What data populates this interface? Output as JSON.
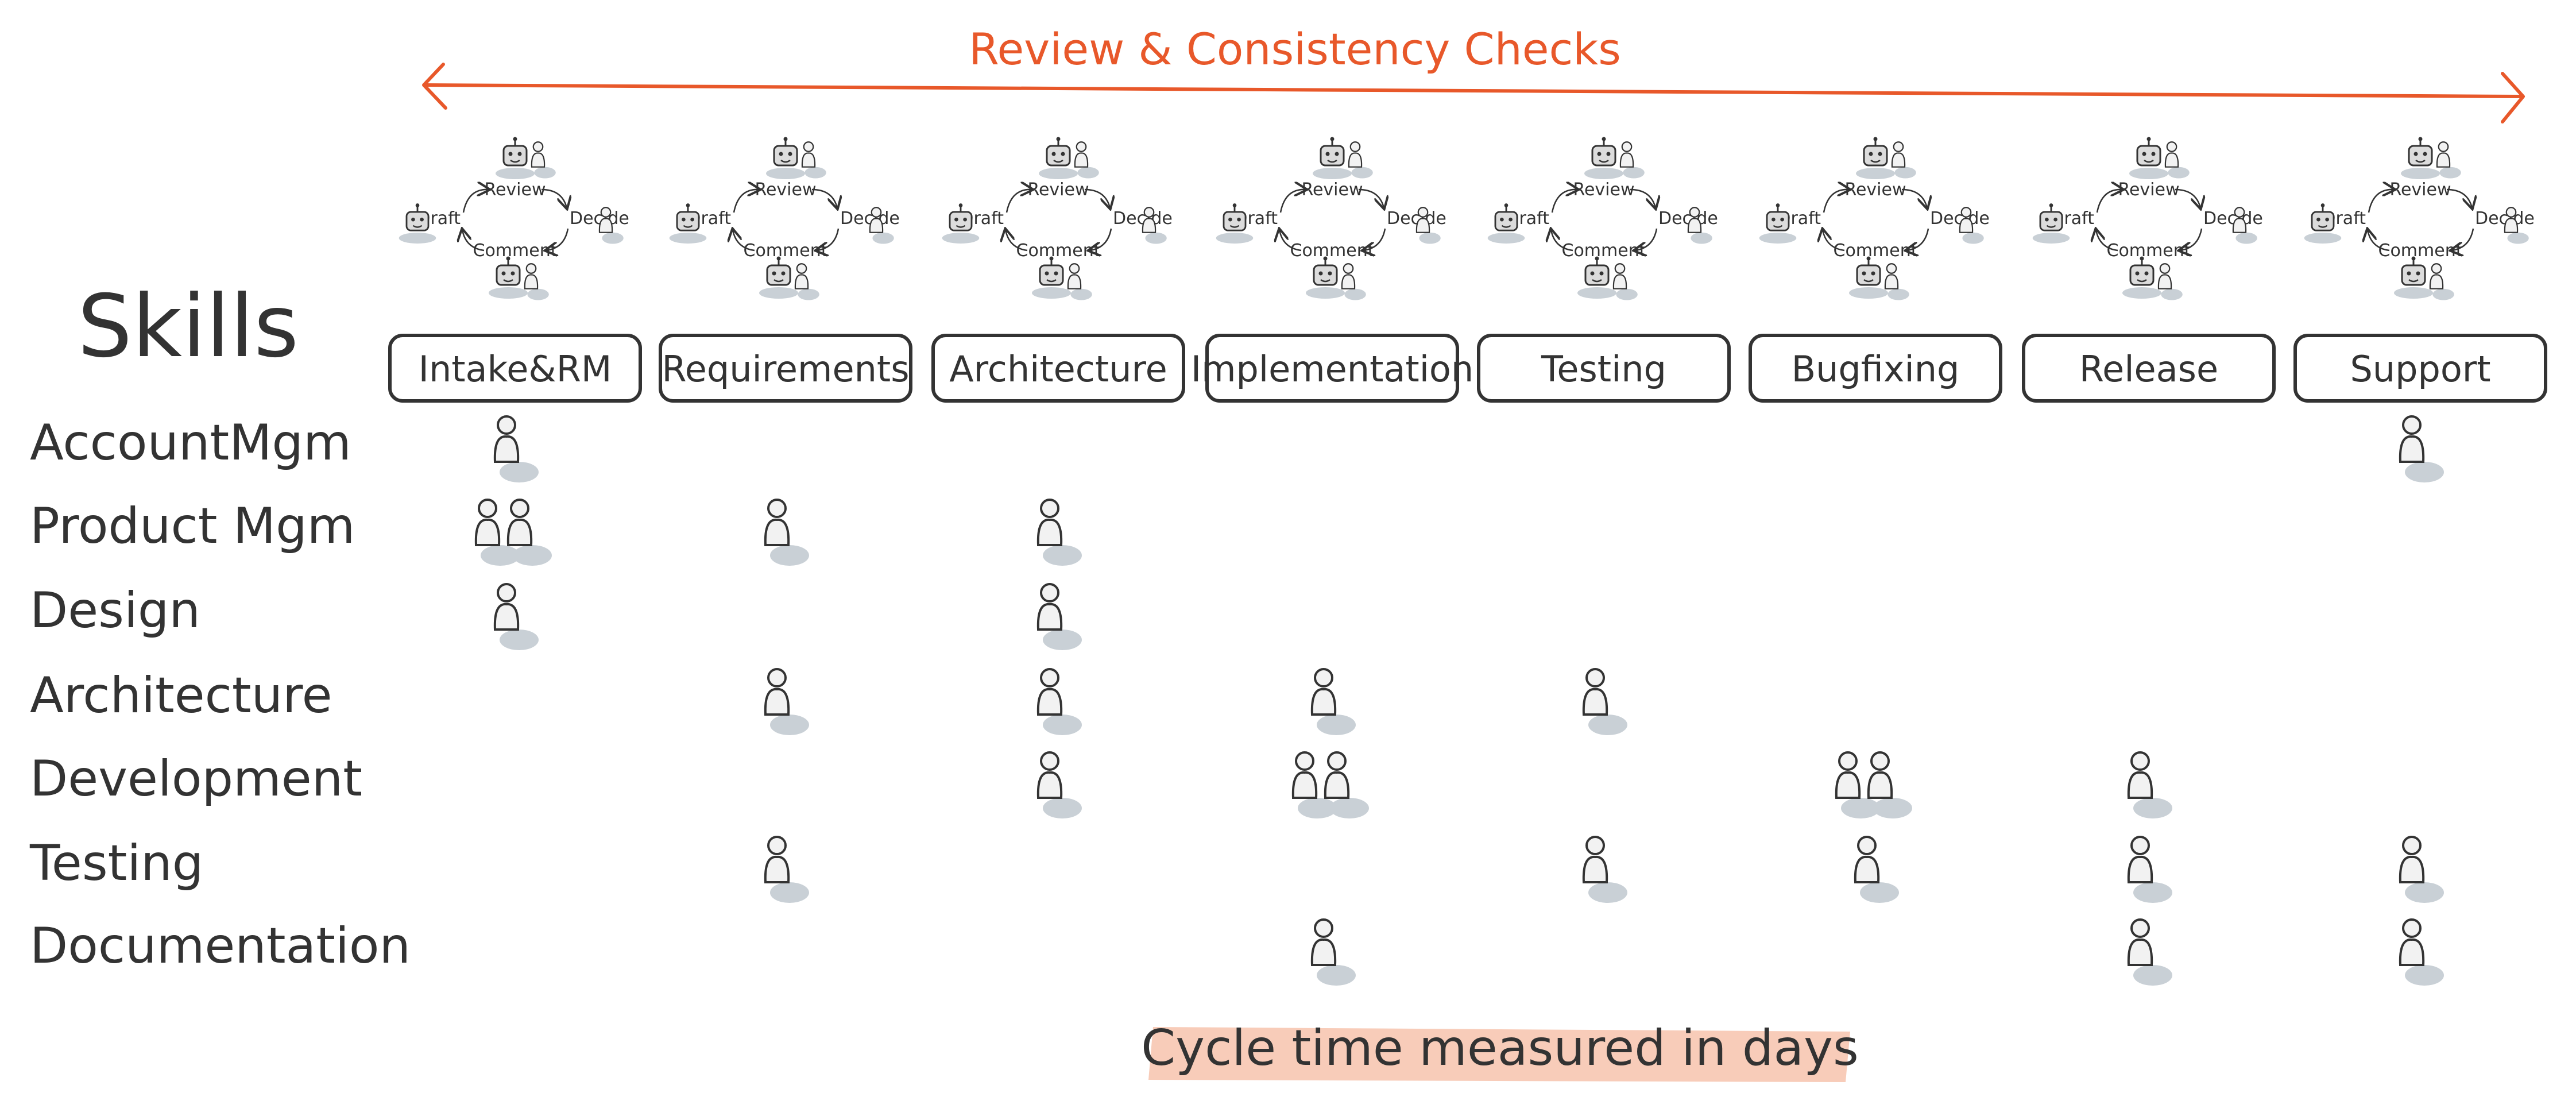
{
  "banner": {
    "label": "Review & Consistency Checks",
    "color": "#e8582a"
  },
  "skills_heading": "Skills",
  "skills": [
    "AccountMgm",
    "Product Mgm",
    "Design",
    "Architecture",
    "Development",
    "Testing",
    "Documentation"
  ],
  "stages": [
    "Intake&RM",
    "Requirements",
    "Architecture",
    "Implementation",
    "Testing",
    "Bugfixing",
    "Release",
    "Support"
  ],
  "cycle": {
    "steps": [
      "Review",
      "Decide",
      "Comment",
      "Draft"
    ],
    "icons": "person-icon and robot-icon participants around each review cycle"
  },
  "staffing": {
    "AccountMgm": [
      1,
      0,
      0,
      0,
      0,
      0,
      0,
      1
    ],
    "Product Mgm": [
      2,
      1,
      1,
      0,
      0,
      0,
      0,
      0
    ],
    "Design": [
      1,
      0,
      1,
      0,
      0,
      0,
      0,
      0
    ],
    "Architecture": [
      0,
      1,
      1,
      1,
      1,
      0,
      0,
      0
    ],
    "Development": [
      0,
      0,
      1,
      2,
      0,
      2,
      1,
      0
    ],
    "Testing": [
      0,
      1,
      0,
      0,
      1,
      1,
      1,
      1
    ],
    "Documentation": [
      0,
      0,
      0,
      1,
      0,
      0,
      1,
      1
    ]
  },
  "footer": {
    "label": "Cycle time measured in days",
    "highlight": "#f7c3ad"
  },
  "colors": {
    "ink": "#333333",
    "shadow": "#c9d0d6",
    "figure_fill": "#f2f2f2"
  }
}
